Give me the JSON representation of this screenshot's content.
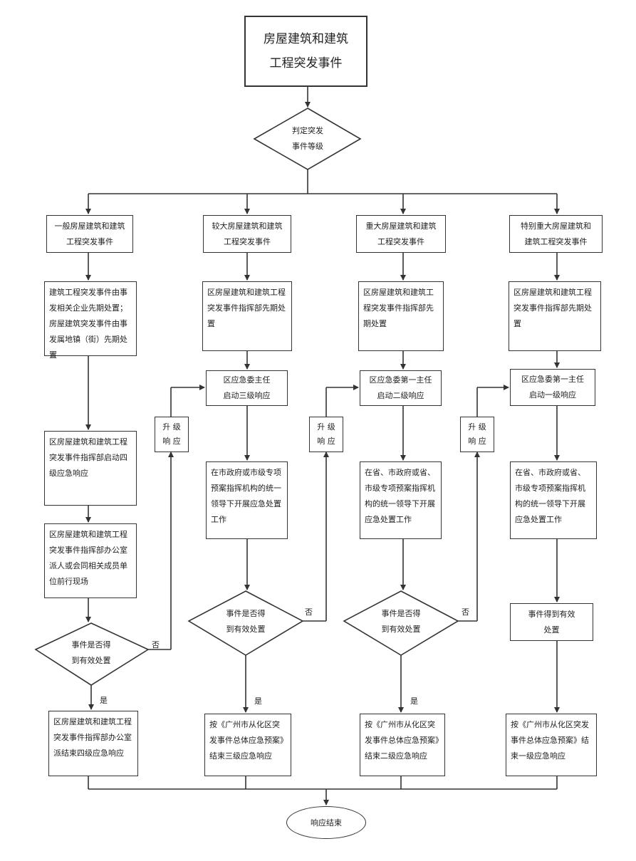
{
  "start": {
    "title": "房屋建筑和建筑\n工程突发事件"
  },
  "judge": "判定突发\n事件等级",
  "end": "响应结束",
  "upgrade": "升 级\n响 应",
  "labels": {
    "no": "否",
    "yes": "是"
  },
  "columns": [
    {
      "level": "一般房屋建筑和建筑\n工程突发事件",
      "first": "建筑工程突发事件由事发相关企业先期处置；房屋建筑突发事件由事发属地镇（街）先期处置",
      "second": "区房屋建筑和建筑工程突发事件指挥部启动四级应急响应",
      "third": "区房屋建筑和建筑工程突发事件指挥部办公室派人或会同相关成员单位前行现场",
      "decision": "事件是否得\n到有效处置",
      "final": "区房屋建筑和建筑工程突发事件指挥部办公室派结束四级应急响应"
    },
    {
      "level": "较大房屋建筑和建筑\n工程突发事件",
      "first": "区房屋建筑和建筑工程突发事件指挥部先期处置",
      "second": "区应急委主任\n启动三级响应",
      "third": "在市政府或市级专项预案指挥机构的统一领导下开展应急处置工作",
      "decision": "事件是否得\n到有效处置",
      "final": "按《广州市从化区突发事件总体应急预案》结束三级应急响应"
    },
    {
      "level": "重大房屋建筑和建筑\n工程突发事件",
      "first": "区房屋建筑和建筑工程突发事件指挥部先期处置",
      "second": "区应急委第一主任\n启动二级响应",
      "third": "在省、市政府或省、市级专项预案指挥机构的统一领导下开展应急处置工作",
      "decision": "事件是否得\n到有效处置",
      "final": "按《广州市从化区突发事件总体应急预案》结束二级应急响应"
    },
    {
      "level": "特别重大房屋建筑和\n建筑工程突发事件",
      "first": "区房屋建筑和建筑工程突发事件指挥部先期处置",
      "second": "区应急委第一主任\n启动一级响应",
      "third": "在省、市政府或省、市级专项预案指挥机构的统一领导下开展应急处置工作",
      "decision": "事件得到有效\n处置",
      "final": "按《广州市从化区突发事件总体应急预案》结束一级应急响应"
    }
  ]
}
